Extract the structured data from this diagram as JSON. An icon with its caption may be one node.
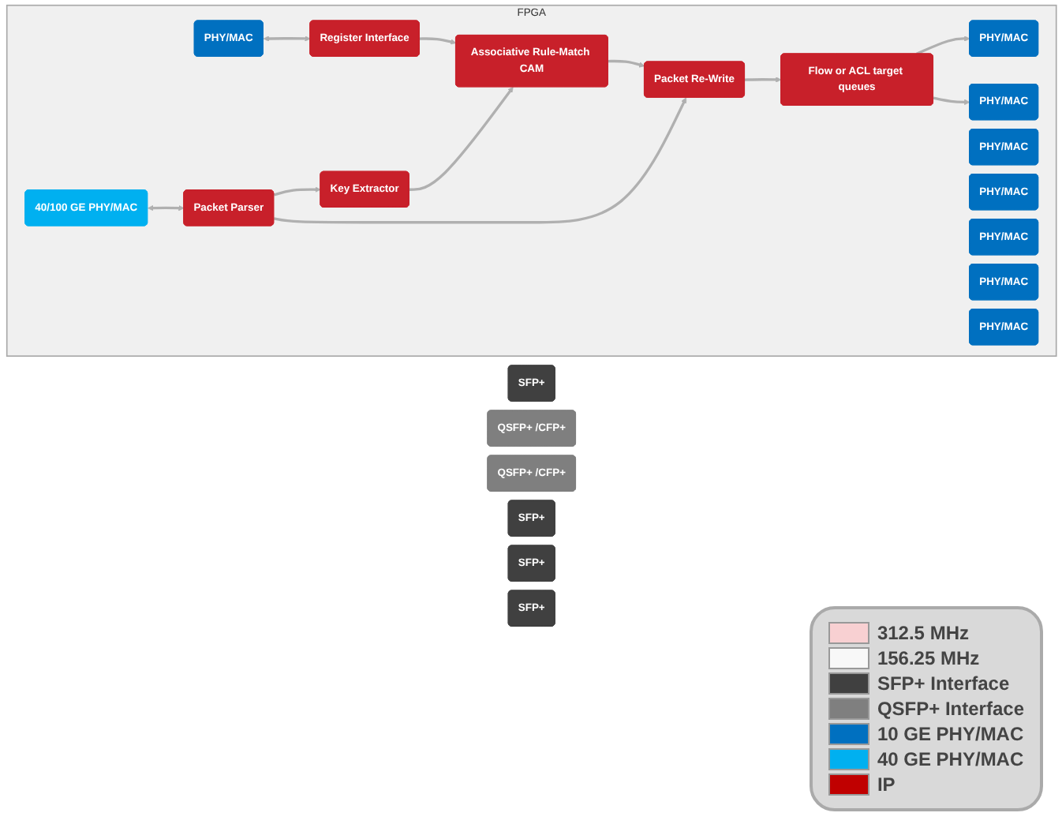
{
  "diagram": {
    "nodes": [
      {
        "text": [
          "FPGA"
        ]
      },
      {
        "text": [
          "SFP+"
        ]
      },
      {
        "text": [
          "QSFP+ /CFP+"
        ]
      },
      {
        "text": [
          "PHY/MAC"
        ],
        "in": 0
      },
      {
        "text": [
          "40/100 GE PHY/MAC"
        ],
        "in": 0
      },
      {
        "text": [
          "Register Interface"
        ],
        "in": 0
      },
      {
        "text": [
          "Key Extractor"
        ],
        "in": 0
      },
      {
        "text": [
          "Packet Parser"
        ],
        "in": 0
      },
      {
        "text": [
          "Flow or ACL target queues"
        ],
        "in": 0
      },
      {
        "text": [
          "Associative Rule-Match CAM"
        ],
        "in": 0
      },
      {
        "text": [
          "Packet Re-Write"
        ],
        "in": 0
      },
      {
        "text": [
          "QSFP+ /CFP+"
        ]
      },
      {
        "text": [
          "SFP+"
        ]
      },
      {
        "text": [
          "SFP+"
        ]
      },
      {
        "text": [
          "SFP+"
        ]
      },
      {
        "text": [
          "PHY/MAC"
        ],
        "in": 0
      },
      {
        "text": [
          "PHY/MAC"
        ],
        "in": 0
      },
      {
        "text": [
          "PHY/MAC"
        ],
        "in": 0
      },
      {
        "text": [
          "PHY/MAC"
        ],
        "in": 0
      },
      {
        "text": [
          "PHY/MAC"
        ],
        "in": 0
      },
      {
        "text": [
          "PHY/MAC"
        ],
        "in": 0
      },
      {
        "text": [
          "PHY/MAC"
        ],
        "in": 0
      }
    ],
    "edges": [
      {
        "from": 3,
        "to": 5,
        "arrow": "both"
      },
      {
        "from": 4,
        "to": 7,
        "arrow": "both"
      },
      {
        "from": 5,
        "to": 9,
        "arrow": "to"
      },
      {
        "from": 7,
        "to": 6,
        "arrow": "to"
      },
      {
        "from": 7,
        "to": 10,
        "arrow": "to"
      },
      {
        "from": 6,
        "to": 9,
        "arrow": "to"
      },
      {
        "from": 9,
        "to": 10,
        "arrow": "to"
      },
      {
        "from": 10,
        "to": 8,
        "arrow": "to"
      },
      {
        "from": 8,
        "to": 15,
        "arrow": "to"
      },
      {
        "from": 8,
        "to": 21,
        "arrow": "to"
      }
    ],
    "legend": [
      {
        "text": "312.5 MHz",
        "color": "#f8d0d2"
      },
      {
        "text": "156.25 MHz",
        "color": "#f8f8f8"
      },
      {
        "text": "SFP+ Interface",
        "color": "#404040"
      },
      {
        "text": "QSFP+ Interface",
        "color": "#7f7f7f"
      },
      {
        "text": "10 GE PHY/MAC",
        "color": "#0070c0"
      },
      {
        "text": "40 GE PHY/MAC",
        "color": "#00b0f0"
      },
      {
        "text": "IP",
        "color": "#c00000"
      }
    ]
  }
}
